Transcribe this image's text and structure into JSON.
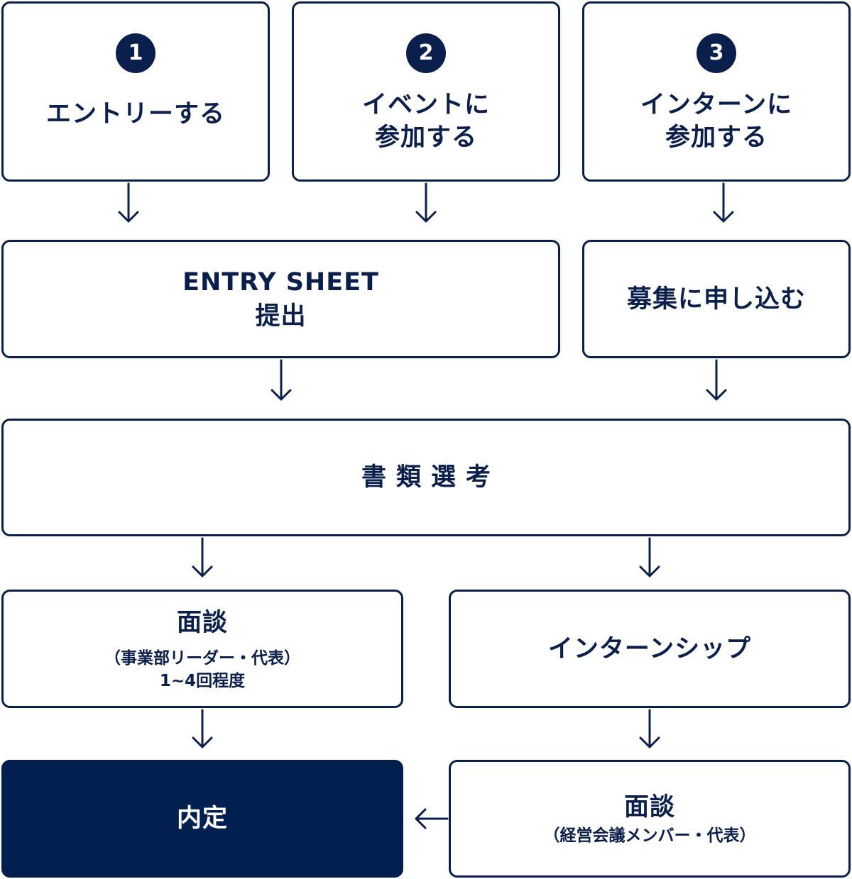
{
  "steps": {
    "step1": {
      "number": "1",
      "label": "エントリーする"
    },
    "step2": {
      "number": "2",
      "label": "イベントに\n参加する"
    },
    "step3": {
      "number": "3",
      "label": "インターンに\n参加する"
    }
  },
  "entry_sheet": {
    "label": "ENTRY SHEET\n提出"
  },
  "apply": {
    "label": "募集に申し込む"
  },
  "screening": {
    "label": "書類選考"
  },
  "interview1": {
    "label": "面談",
    "detail": "（事業部リーダー・代表）\n1~4回程度"
  },
  "internship": {
    "label": "インターンシップ"
  },
  "interview2": {
    "label": "面談",
    "detail": "（経営会議メンバー・代表）"
  },
  "offer": {
    "label": "内定"
  },
  "colors": {
    "navy": "#0b1f4d",
    "dark_fill": "#02204f",
    "background": "#ffffff"
  }
}
